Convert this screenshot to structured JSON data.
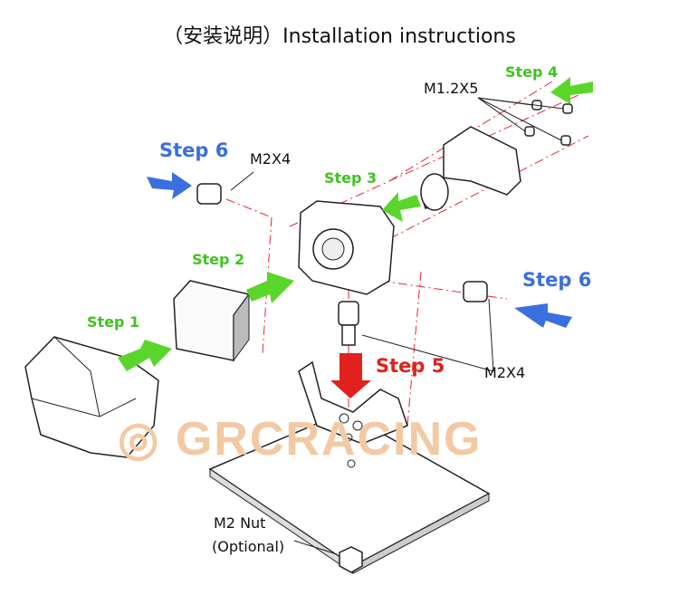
{
  "title": "（安装说明）Installation instructions",
  "watermark": "GRCRACING",
  "steps": {
    "step1": "Step 1",
    "step2": "Step 2",
    "step3": "Step 3",
    "step4": "Step 4",
    "step5": "Step 5",
    "step6_left": "Step 6",
    "step6_right": "Step 6"
  },
  "labels": {
    "m12x5": "M1.2X5",
    "m2x4_top": "M2X4",
    "m2x4_right": "M2X4",
    "nut": "M2 Nut",
    "optional": "(Optional)"
  },
  "colors": {
    "green": "#3fc41e",
    "blue": "#3a6fe0",
    "red": "#e0211d"
  }
}
